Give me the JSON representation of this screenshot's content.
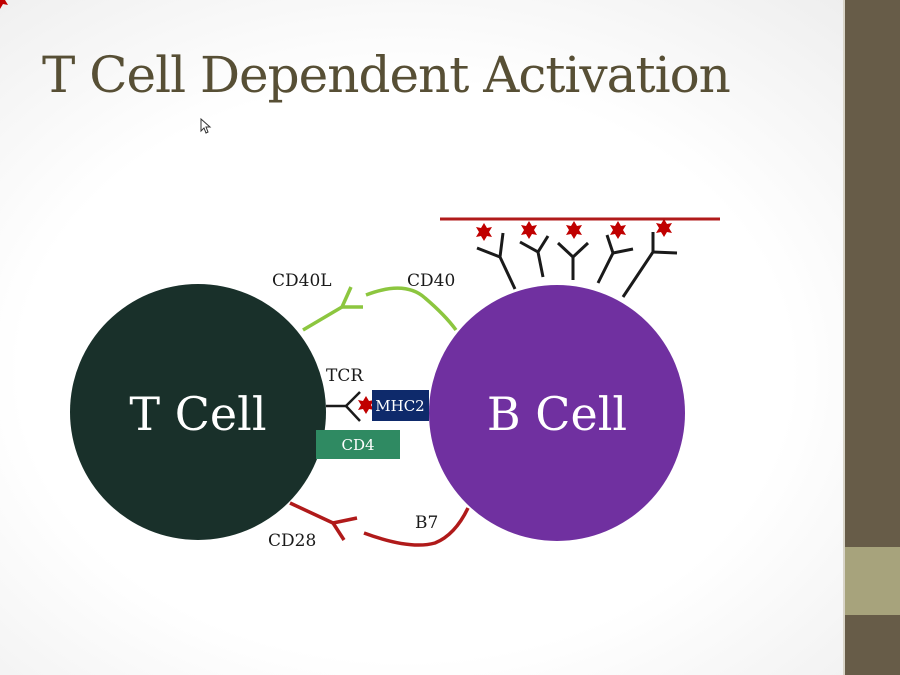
{
  "title": "T Cell Dependent Activation",
  "cells": {
    "t_cell": "T Cell",
    "b_cell": "B Cell"
  },
  "labels": {
    "cd40l": "CD40L",
    "cd40": "CD40",
    "tcr": "TCR",
    "mhc2": "MHC2",
    "cd4": "CD4",
    "cd28": "CD28",
    "b7": "B7"
  },
  "colors": {
    "t_cell": "#19302a",
    "b_cell": "#7030a0",
    "green": "#8cc63f",
    "red": "#b01a1a",
    "mhc2": "#0e2a6b",
    "cd4": "#2f8a62",
    "sidebar": "#675c48",
    "stripe": "#a7a37c",
    "title": "#574f35"
  }
}
